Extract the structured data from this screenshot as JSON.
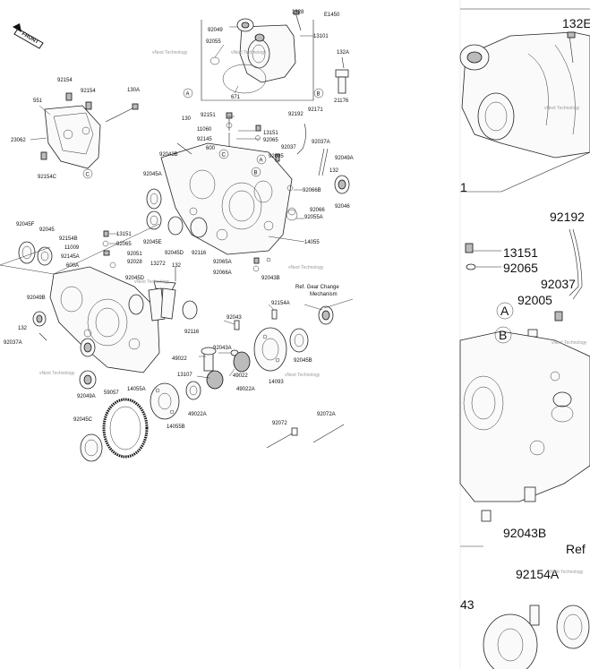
{
  "diagram_code": "E1450",
  "front_label": "FRONT",
  "ref_note_line1": "Ref. Gear Change",
  "ref_note_line2": "Mechanism",
  "watermark": "vNext Technology",
  "circle_markers": [
    "A",
    "B",
    "C"
  ],
  "labels": [
    "1328",
    "92049",
    "13101",
    "92055",
    "671",
    "132A",
    "21176",
    "92154",
    "92154",
    "130A",
    "551",
    "23062",
    "92154C",
    "130",
    "11060",
    "92145",
    "600",
    "92043B",
    "92151",
    "13151",
    "92065",
    "92192",
    "92171",
    "92037A",
    "92037",
    "92005",
    "92049A",
    "132",
    "92045A",
    "92066B",
    "92046",
    "92066",
    "92055A",
    "92045E",
    "92045D",
    "92116",
    "14055",
    "92065A",
    "92066A",
    "92043B",
    "92045F",
    "92045",
    "92154B",
    "11009",
    "92145A",
    "600A",
    "13151",
    "92065",
    "92051",
    "92028",
    "13272",
    "132",
    "92045D",
    "92049B",
    "132",
    "92037A",
    "92116",
    "92154A",
    "92043",
    "92043A",
    "49022",
    "13107",
    "49022A",
    "14093",
    "92045B",
    "92049A",
    "14055A",
    "59057",
    "92045C",
    "49022A",
    "49022",
    "14055B",
    "92072",
    "92072A"
  ],
  "zoom_labels": [
    "132E",
    "1",
    "92192",
    "13151",
    "92065",
    "92037",
    "92005",
    "A",
    "B",
    "92043B",
    "Ref",
    "92154A",
    "43"
  ]
}
